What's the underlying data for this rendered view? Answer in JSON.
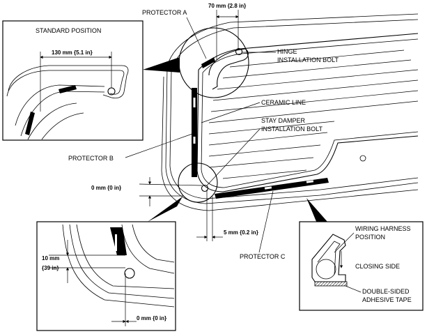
{
  "labels": {
    "protector_a": "PROTECTOR A",
    "protector_b": "PROTECTOR B",
    "protector_c": "PROTECTOR C",
    "hinge_line1": "HINGE",
    "hinge_line2": "INSTALLATION BOLT",
    "ceramic_line": "CERAMIC LINE",
    "stay_line1": "STAY DAMPER",
    "stay_line2": "INSTALLATION BOLT",
    "standard_position": "STANDARD POSITION",
    "wiring_line1": "WIRING HARNESS",
    "wiring_line2": "POSITION",
    "closing_side": "CLOSING SIDE",
    "tape_line1": "DOUBLE-SIDED",
    "tape_line2": "ADHESIVE TAPE"
  },
  "dimensions": {
    "top": "70 mm {2.8 in}",
    "standard": "130 mm {5.1 in}",
    "left_zero": "0 mm {0 in}",
    "five": "5 mm {0.2 in}",
    "ten_line1": "10 mm",
    "ten_line2": "{39 in}",
    "detail_zero": "0 mm {0 in}"
  }
}
